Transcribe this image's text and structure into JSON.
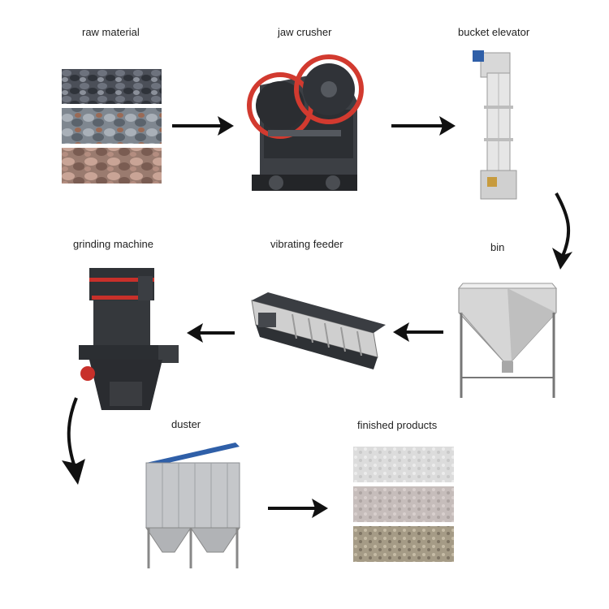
{
  "stages": {
    "raw_material": "raw material",
    "jaw_crusher": "jaw crusher",
    "bucket_elevator": "bucket elevator",
    "bin": "bin",
    "vibrating_feeder": "vibrating feeder",
    "grinding_machine": "grinding machine",
    "duster": "duster",
    "finished_products": "finished products"
  },
  "flow": [
    "raw material",
    "jaw crusher",
    "bucket elevator",
    "bin",
    "vibrating feeder",
    "grinding machine",
    "duster",
    "finished products"
  ]
}
